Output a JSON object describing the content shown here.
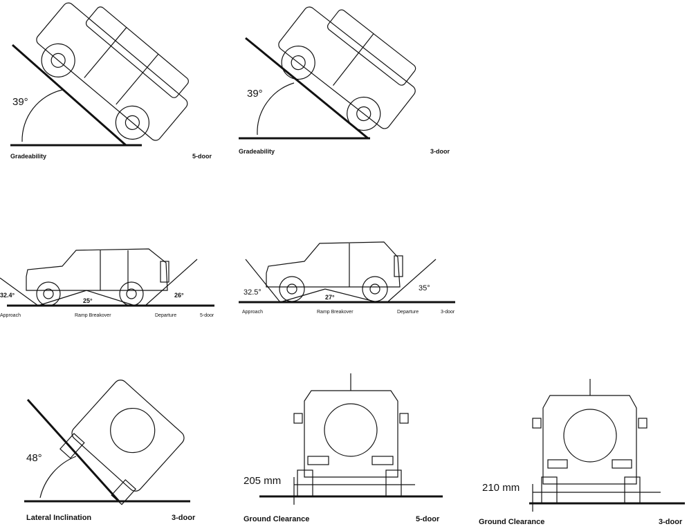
{
  "panels": {
    "gradeability_5": {
      "angle": "39°",
      "title": "Gradeability",
      "variant": "5-door"
    },
    "gradeability_3": {
      "angle": "39°",
      "title": "Gradeability",
      "variant": "3-door"
    },
    "angles_5": {
      "approach_angle": "32.4°",
      "breakover_angle": "25°",
      "departure_angle": "26°",
      "approach": "Approach",
      "breakover": "Ramp Breakover",
      "departure": "Departure",
      "variant": "5-door"
    },
    "angles_3": {
      "approach_angle": "32.5°",
      "breakover_angle": "27°",
      "departure_angle": "35°",
      "approach": "Approach",
      "breakover": "Ramp Breakover",
      "departure": "Departure",
      "variant": "3-door"
    },
    "lateral_3": {
      "angle": "48°",
      "title": "Lateral Inclination",
      "variant": "3-door"
    },
    "clearance_5": {
      "value": "205 mm",
      "title": "Ground Clearance",
      "variant": "5-door"
    },
    "clearance_3": {
      "value": "210 mm",
      "title": "Ground Clearance",
      "variant": "3-door"
    }
  }
}
